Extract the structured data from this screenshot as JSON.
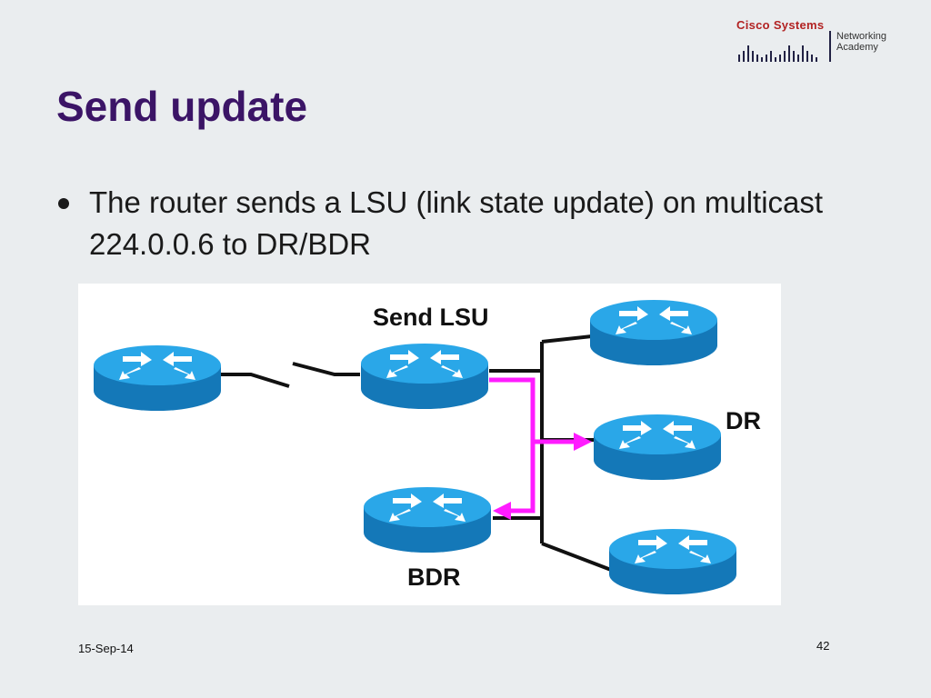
{
  "logo": {
    "company": "Cisco Systems",
    "academy_line1": "Networking",
    "academy_line2": "Academy"
  },
  "slide": {
    "title": "Send update",
    "bullet": "The router sends a LSU (link state update) on multicast 224.0.0.6 to DR/BDR"
  },
  "diagram": {
    "labels": {
      "send_lsu": "Send LSU",
      "dr": "DR",
      "bdr": "BDR"
    },
    "colors": {
      "router_top": "#2aa7e8",
      "router_side": "#1478b8",
      "link": "#111111",
      "lsu_path": "#ff1cff"
    }
  },
  "footer": {
    "date": "15-Sep-14",
    "page_number": "42"
  }
}
